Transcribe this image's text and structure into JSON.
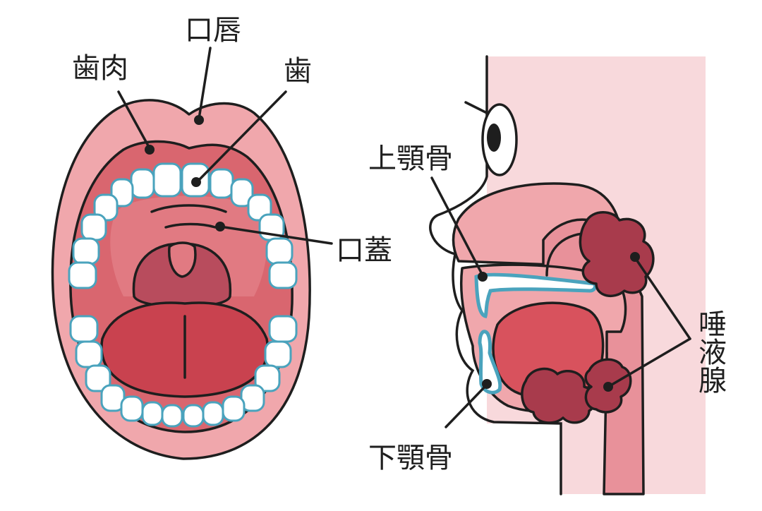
{
  "labels": {
    "lips": "口唇",
    "gums": "歯肉",
    "tooth": "歯",
    "palate": "口蓋",
    "maxilla": "上顎骨",
    "mandible": "下顎骨",
    "salivary_gland": "唾液腺"
  },
  "colors": {
    "lip_outer": "#f0a7ac",
    "mouth_inner": "#d9666f",
    "palate": "#e17a82",
    "uvula": "#b84c5d",
    "tongue": "#c9424f",
    "tongue_shade": "#b23a46",
    "tooth_outline": "#4aa3bd",
    "face_skin": "#f8d9dc",
    "gland": "#a83b4c",
    "outline": "#1e1e1e"
  }
}
